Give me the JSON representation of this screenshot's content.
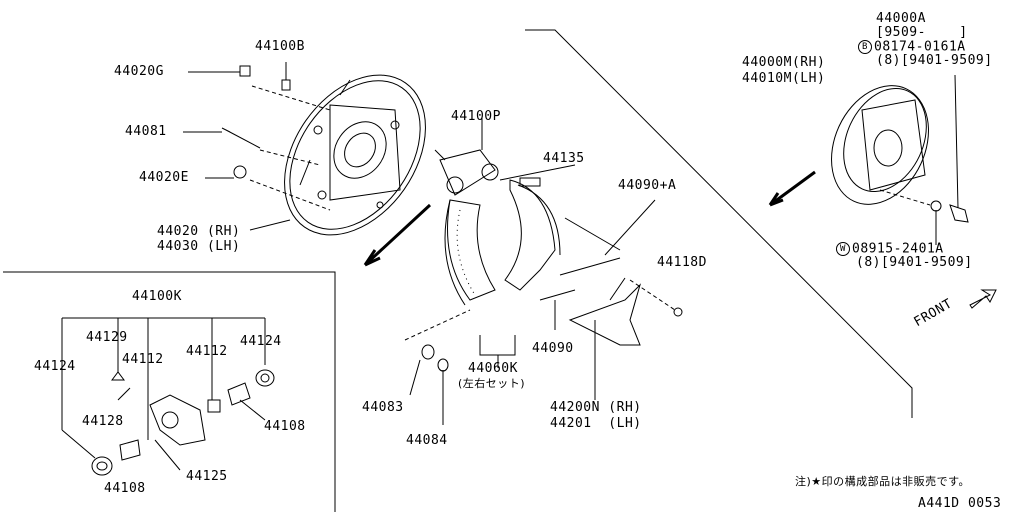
{
  "labels": {
    "p44100B": "44100B",
    "p44020G": "44020G",
    "p44081": "44081",
    "p44020E": "44020E",
    "p44020_rh": "44020 (RH)",
    "p44030_lh": "44030 (LH)",
    "p44100P": "44100P",
    "p44135": "44135",
    "p44090A": "44090+A",
    "p44118D": "44118D",
    "p44090": "44090",
    "p44060K": "44060K",
    "p44060K_sub": "(左右セット)",
    "p44083": "44083",
    "p44084": "44084",
    "p44200N": "44200N (RH)",
    "p44201": "44201  (LH)",
    "p44100K": "44100K",
    "p44124_l": "44124",
    "p44129": "44129",
    "p44112_l": "44112",
    "p44112_r": "44112",
    "p44124_r": "44124",
    "p44128": "44128",
    "p44108_r": "44108",
    "p44108_l": "44108",
    "p44125": "44125",
    "p44000A": "44000A",
    "p44000A_date": "[9509-    ]",
    "bolt_mark": "B",
    "bolt_part": "08174-0161A",
    "bolt_qty": "(8)[9401-9509]",
    "p44000M": "44000M(RH)",
    "p44010M": "44010M(LH)",
    "washer_mark": "W",
    "washer_part": "08915-2401A",
    "washer_qty": "(8)[9401-9509]",
    "front": "FRONT",
    "footnote": "注)★印の構成部品は非販売です。",
    "diagram_code": "A441D 0053"
  }
}
